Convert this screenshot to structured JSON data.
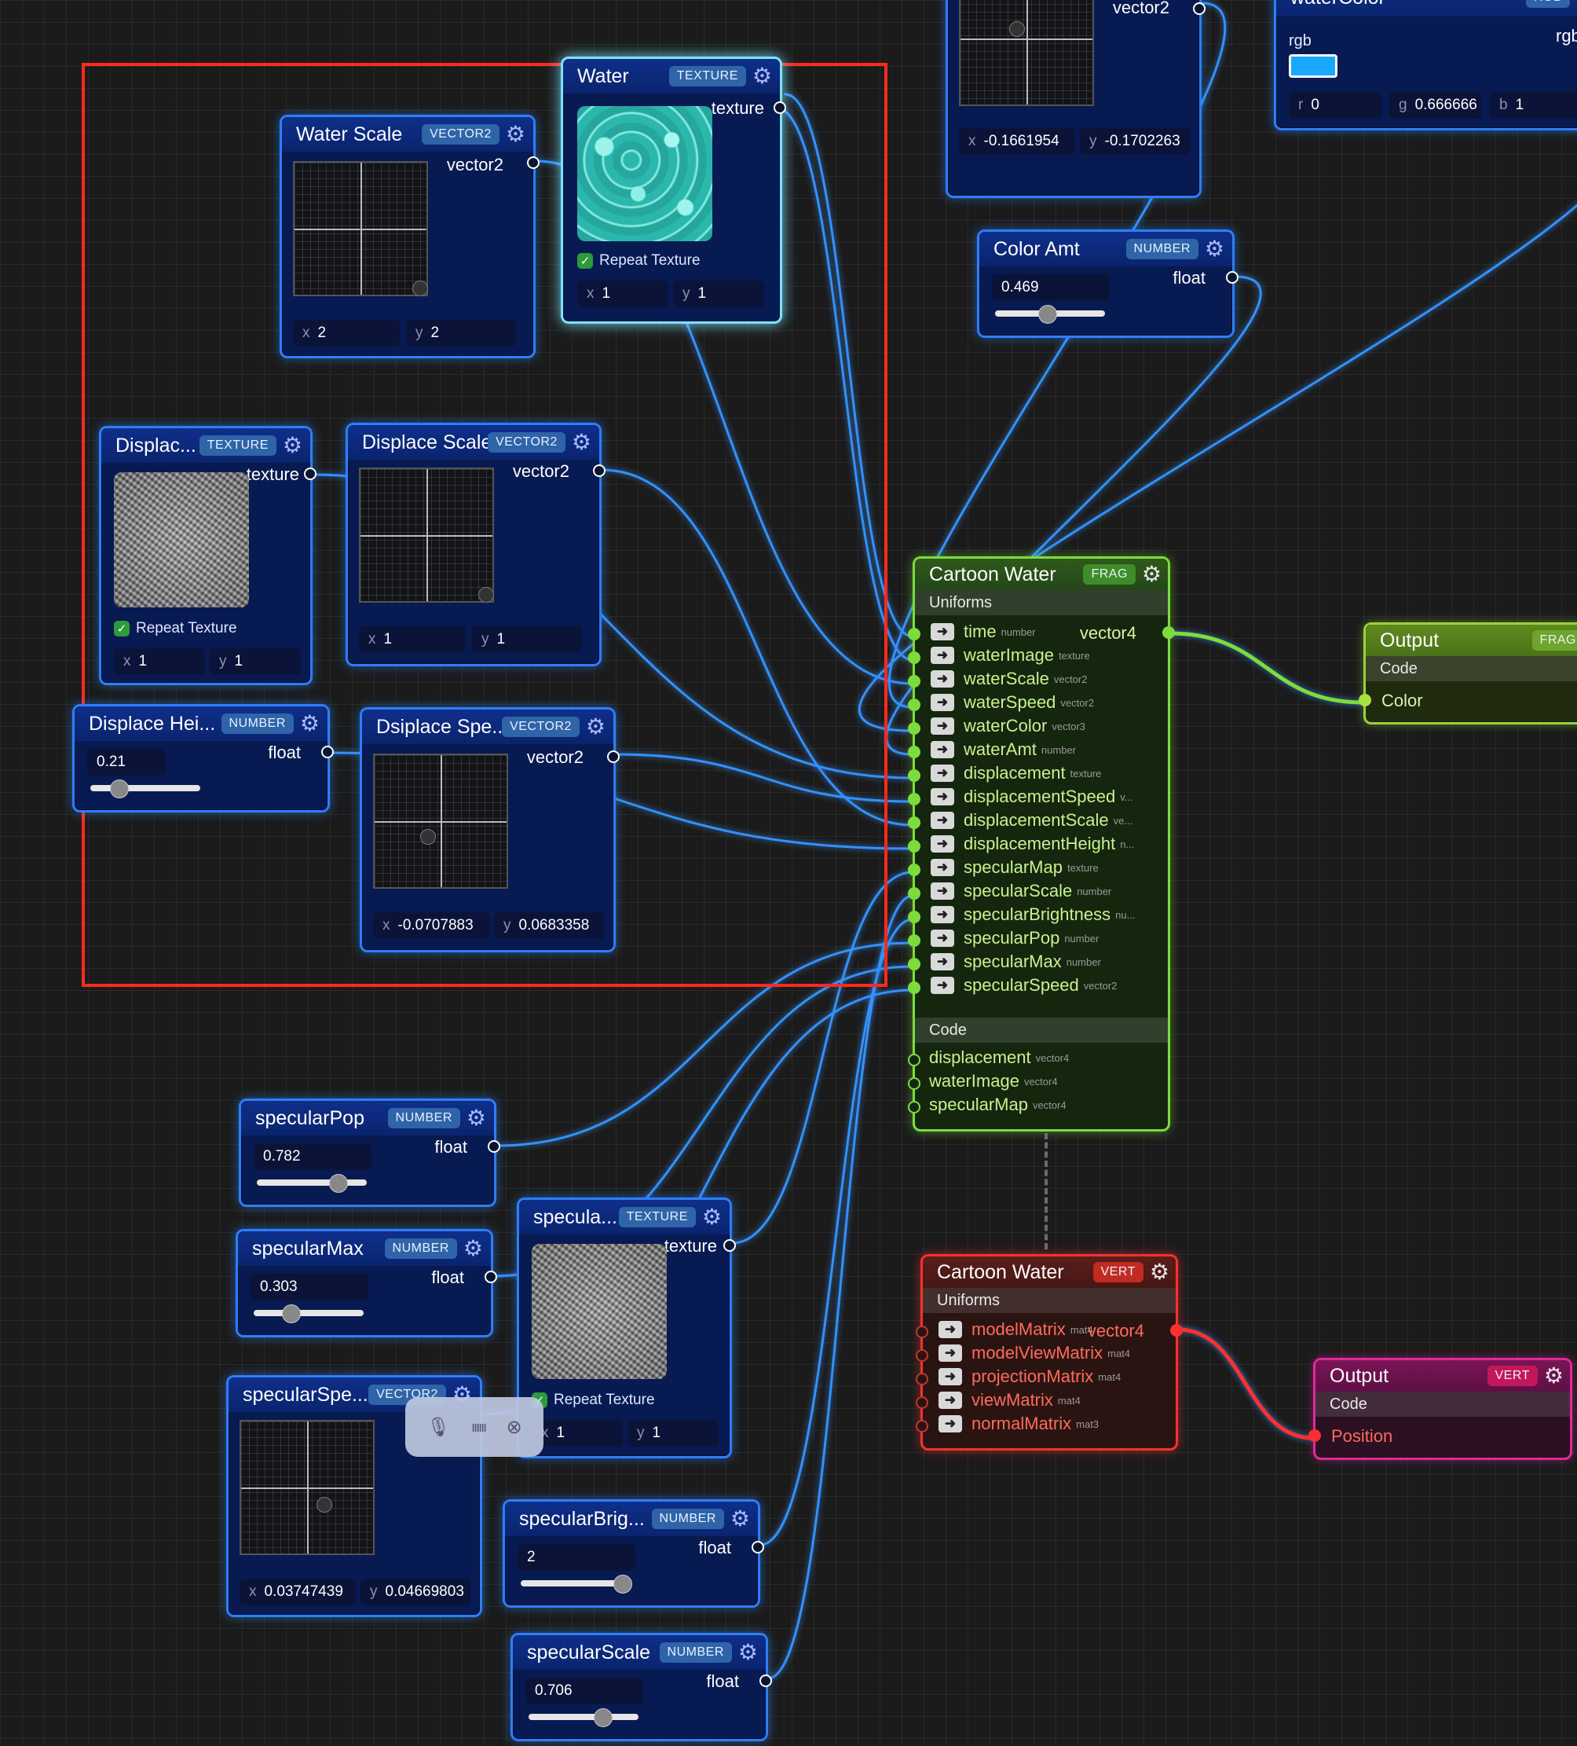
{
  "nodes": {
    "water_scale": {
      "title": "Water Scale",
      "badge": "VECTOR2",
      "port": "vector2",
      "x": "2",
      "y": "2"
    },
    "water": {
      "title": "Water",
      "badge": "TEXTURE",
      "port": "texture",
      "repeat": "Repeat Texture",
      "x": "1",
      "y": "1"
    },
    "displace_tex": {
      "title": "Displac...",
      "badge": "TEXTURE",
      "port": "texture",
      "repeat": "Repeat Texture",
      "x": "1",
      "y": "1"
    },
    "displace_scale": {
      "title": "Displace Scale",
      "badge": "VECTOR2",
      "port": "vector2",
      "x": "1",
      "y": "1"
    },
    "displace_height": {
      "title": "Displace Hei...",
      "badge": "NUMBER",
      "port": "float",
      "value": "0.21",
      "level": 0.21
    },
    "dsiplace_speed": {
      "title": "Dsiplace Spe...",
      "badge": "VECTOR2",
      "port": "vector2",
      "x": "-0.0707883",
      "y": "0.0683358"
    },
    "top_vec2": {
      "port": "vector2",
      "x": "-0.1661954",
      "y": "-0.1702263"
    },
    "water_color": {
      "title": "waterColor",
      "badge": "RGB",
      "label": "rgb",
      "port": "rgb",
      "r": "0",
      "g": "0.666666",
      "b": "1",
      "swatch": "#1aa7ff"
    },
    "color_amt": {
      "title": "Color Amt",
      "badge": "NUMBER",
      "port": "float",
      "value": "0.469",
      "level": 0.469
    },
    "specular_pop": {
      "title": "specularPop",
      "badge": "NUMBER",
      "port": "float",
      "value": "0.782",
      "level": 0.782
    },
    "specular_max": {
      "title": "specularMax",
      "badge": "NUMBER",
      "port": "float",
      "value": "0.303",
      "level": 0.303
    },
    "specular_tex": {
      "title": "specula...",
      "badge": "TEXTURE",
      "port": "texture",
      "repeat": "Repeat Texture",
      "x": "1",
      "y": "1"
    },
    "specular_speed": {
      "title": "specularSpe...",
      "badge": "VECTOR2",
      "x": "0.03747439",
      "y": "0.04669803"
    },
    "specular_brig": {
      "title": "specularBrig...",
      "badge": "NUMBER",
      "port": "float",
      "value": "2",
      "level": 1.0
    },
    "specular_scale": {
      "title": "specularScale",
      "badge": "NUMBER",
      "port": "float",
      "value": "0.706",
      "level": 0.706
    }
  },
  "frag": {
    "title": "Cartoon Water",
    "badge": "FRAG",
    "uniforms_label": "Uniforms",
    "code_label": "Code",
    "out_port": "vector4",
    "uniforms": [
      {
        "name": "time",
        "type": "number"
      },
      {
        "name": "waterImage",
        "type": "texture"
      },
      {
        "name": "waterScale",
        "type": "vector2"
      },
      {
        "name": "waterSpeed",
        "type": "vector2"
      },
      {
        "name": "waterColor",
        "type": "vector3"
      },
      {
        "name": "waterAmt",
        "type": "number"
      },
      {
        "name": "displacement",
        "type": "texture"
      },
      {
        "name": "displacementSpeed",
        "type": "v..."
      },
      {
        "name": "displacementScale",
        "type": "ve..."
      },
      {
        "name": "displacementHeight",
        "type": "n..."
      },
      {
        "name": "specularMap",
        "type": "texture"
      },
      {
        "name": "specularScale",
        "type": "number"
      },
      {
        "name": "specularBrightness",
        "type": "nu..."
      },
      {
        "name": "specularPop",
        "type": "number"
      },
      {
        "name": "specularMax",
        "type": "number"
      },
      {
        "name": "specularSpeed",
        "type": "vector2"
      }
    ],
    "code": [
      {
        "name": "displacement",
        "type": "vector4"
      },
      {
        "name": "waterImage",
        "type": "vector4"
      },
      {
        "name": "specularMap",
        "type": "vector4"
      }
    ]
  },
  "vert": {
    "title": "Cartoon Water",
    "badge": "VERT",
    "uniforms_label": "Uniforms",
    "out_port": "vector4",
    "uniforms": [
      {
        "name": "modelMatrix",
        "type": "mat4"
      },
      {
        "name": "modelViewMatrix",
        "type": "mat4"
      },
      {
        "name": "projectionMatrix",
        "type": "mat4"
      },
      {
        "name": "viewMatrix",
        "type": "mat4"
      },
      {
        "name": "normalMatrix",
        "type": "mat3"
      }
    ]
  },
  "output_frag": {
    "title": "Output",
    "badge": "FRAG",
    "code_label": "Code",
    "port": "Color"
  },
  "output_vert": {
    "title": "Output",
    "badge": "VERT",
    "code_label": "Code",
    "port": "Position"
  },
  "icons": {
    "gear": "gear-icon",
    "arrow": "arrow-right-icon",
    "check": "checkmark-icon",
    "mic": "microphone-icon",
    "close": "close-icon"
  },
  "colors": {
    "frag_accent": "#7ddc3c",
    "vert_accent": "#ff3030",
    "wire": "#2f8bff",
    "selection": "#ff2a1e"
  }
}
